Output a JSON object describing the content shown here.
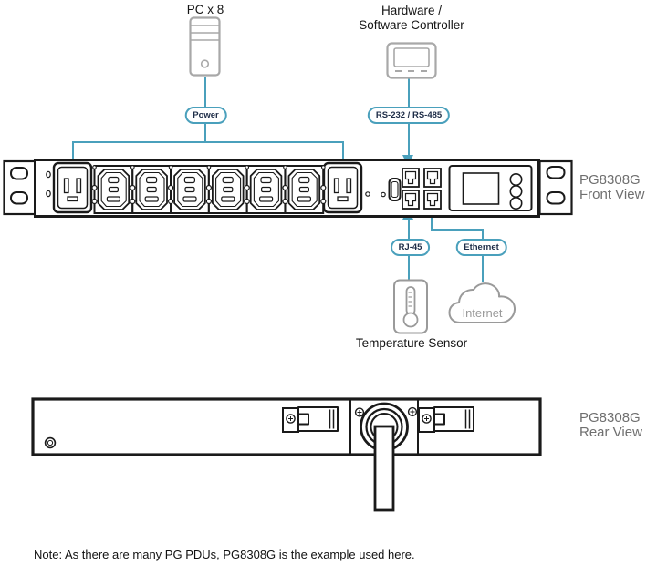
{
  "labels": {
    "pc": "PC x 8",
    "controller_line1": "Hardware /",
    "controller_line2": "Software Controller",
    "temperature_sensor": "Temperature Sensor",
    "internet": "Internet",
    "front_view_line1": "PG8308G",
    "front_view_line2": "Front View",
    "rear_view_line1": "PG8308G",
    "rear_view_line2": "Rear View",
    "note": "Note: As there are many PG PDUs, PG8308G is the example used here."
  },
  "connector_tags": {
    "power": "Power",
    "serial": "RS-232 / RS-485",
    "rj45": "RJ-45",
    "ethernet": "Ethernet"
  },
  "colors": {
    "cable_line": "#4aa0bc",
    "tag_text": "#1d2c47",
    "device_outline": "#1a1a1a",
    "peripheral_gray": "#a0a0a0",
    "view_label_gray": "#6f6f6f"
  }
}
